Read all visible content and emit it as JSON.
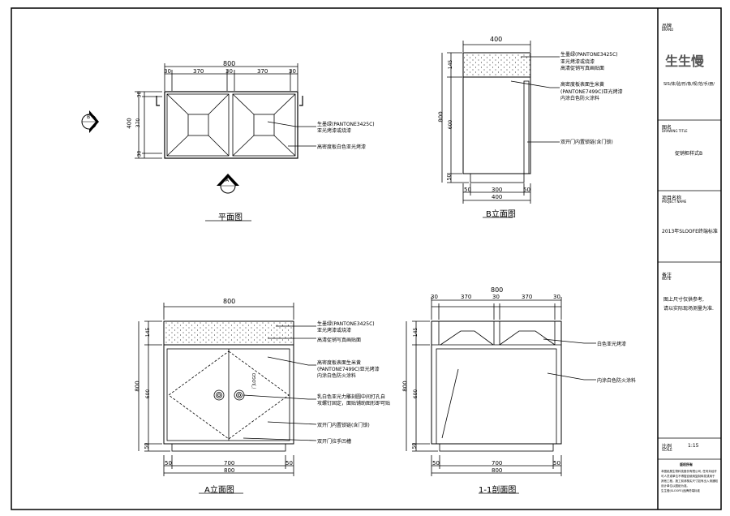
{
  "views": {
    "plan": {
      "caption": "平面图",
      "dim_total": "800",
      "dim_parts": [
        "30",
        "370",
        "30",
        "370",
        "30"
      ],
      "dim_side": [
        "30",
        "370",
        "30"
      ],
      "dim_side_total": "400",
      "notes": [
        "生墨绿(PANTONE3425C)",
        "亚光烤漆或烧漆",
        "高密度板白色亚光烤漆"
      ],
      "marker_b": "B",
      "marker_a": "A"
    },
    "b_elev": {
      "caption": "B立面图",
      "dim_top": "400",
      "dim_left": [
        "145",
        "600",
        "50"
      ],
      "dim_left_total": "800",
      "dim_bottom_parts": [
        "50",
        "300",
        "50"
      ],
      "dim_bottom_total": "400",
      "notes": [
        "生墨绿(PANTONE3425C)",
        "亚光烤漆或烧漆",
        "高清促销写真画贴面",
        "高密度板表面生米黄",
        "(PANTONE7499C)亚光烤漆",
        "内涂白色防火涂料",
        "双开门内置锁链(含门锁)"
      ]
    },
    "a_elev": {
      "caption": "A立面图",
      "dim_top": "800",
      "dim_left": [
        "145",
        "600",
        "50"
      ],
      "dim_left_total": "800",
      "dim_bottom_parts": [
        "50",
        "700",
        "50"
      ],
      "dim_bottom_total": "800",
      "door_text": "门LOGO",
      "notes": [
        "生墨绿(PANTONE3425C)",
        "亚光烤漆或烧漆",
        "高清促销写真画贴面",
        "高密度板表面生米黄",
        "(PANTONE7499C)亚光烤漆",
        "内涂白色防火涂料",
        "乳白色亚光力雕刻圆中间打孔自",
        "攻螺钉固定，面贴铺助图形即可贴",
        "双开门内置锁链(含门锁)",
        "双开门拉手凹槽"
      ]
    },
    "section": {
      "caption": "1-1剖面图",
      "dim_top": "800",
      "dim_top_parts": [
        "30",
        "370",
        "30",
        "370",
        "30"
      ],
      "dim_left": [
        "145",
        "600",
        "50"
      ],
      "dim_left_total": "800",
      "dim_bottom_parts": [
        "50",
        "700",
        "50"
      ],
      "dim_bottom_total": "800",
      "notes": [
        "白色亚光烤漆",
        "内涂白色防火涂料"
      ]
    }
  },
  "title_block": {
    "brand_label": "品牌",
    "brand_label_en": "BRAND",
    "brand_logo": "生生慢",
    "brand_sub": "SIS/体/验/形/象/规/范/手/册/",
    "drawing_title_label": "图名",
    "drawing_title_label_en": "DRAWING TITLE",
    "drawing_title": "促销柜样式B",
    "project_label": "项目名称",
    "project_label_en": "PROJECT NAME",
    "project_name": "2013年SLOOFE终端标准",
    "note_label": "备注",
    "note_label_en": "NOTE",
    "note_lines": [
      "图上尺寸仅供参考,",
      "请以实际现场测量为准."
    ],
    "scale_label": "比例",
    "scale_label_en": "SCALE",
    "scale_value": "1:15",
    "fine_print_title": "版权所有",
    "fine_print_lines": [
      "本图纸属生物科技股份有限公司, 任何未经许",
      "可人员或单位不得擅自使用复制转发或用于",
      "其他工程。施工前请核实尺寸如有出入请通知",
      "设计单位以图纸为准。",
      "生生慢(SLOOFE)品牌终端标准"
    ]
  },
  "colors": {
    "line": "#000000",
    "paper": "#ffffff"
  }
}
